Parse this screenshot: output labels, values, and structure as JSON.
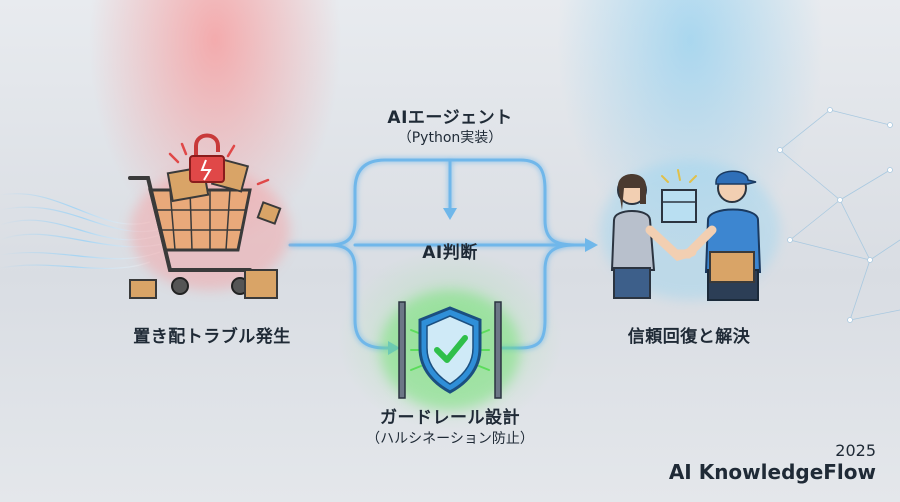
{
  "diagram": {
    "agent": {
      "title": "AIエージェント",
      "subtitle": "（Python実装）"
    },
    "judge": {
      "label": "AI判断"
    },
    "trouble": {
      "label": "置き配トラブル発生",
      "icon": "shopping-cart-icon"
    },
    "resolve": {
      "label": "信頼回復と解決",
      "icon": "handshake-delivery-icon"
    },
    "guard": {
      "title": "ガードレール設計",
      "subtitle": "（ハルシネーション防止）",
      "icon": "shield-check-icon"
    }
  },
  "brand": {
    "year": "2025",
    "name": "AI KnowledgeFlow"
  },
  "colors": {
    "flow_line": "#6fb7ea",
    "trouble_glow": "#ff7a7a",
    "resolve_glow": "#7ac8f0",
    "guard_glow": "#5bdc5b",
    "shield": "#2f8fd8",
    "check": "#2fbf4a",
    "text": "#1f2a36"
  }
}
